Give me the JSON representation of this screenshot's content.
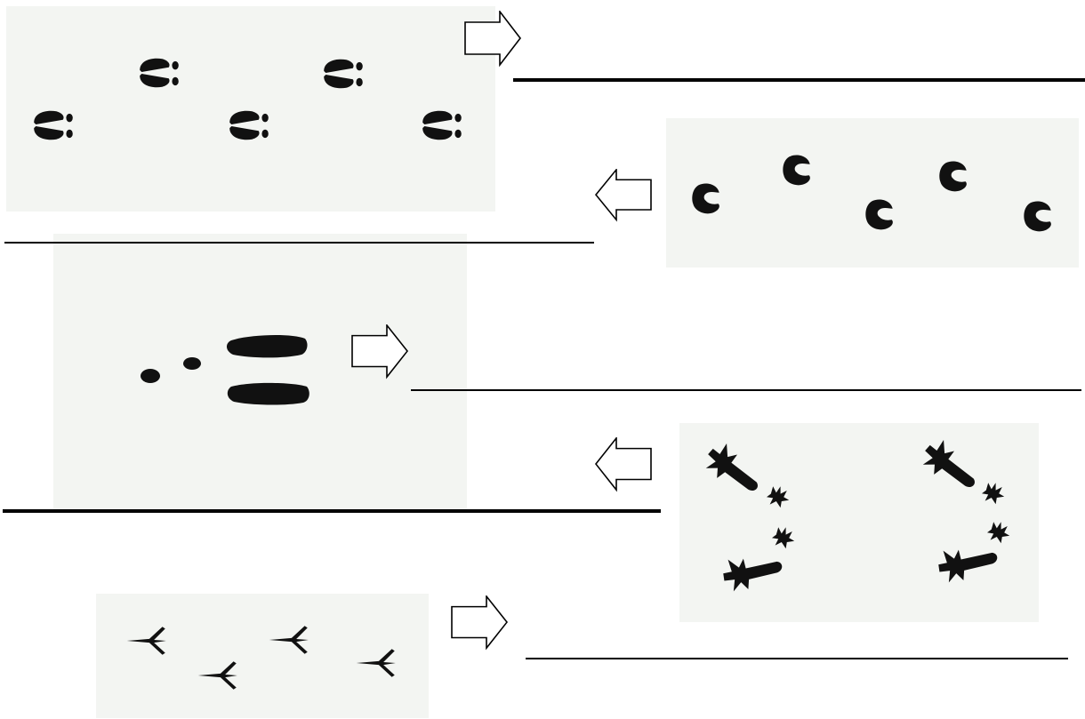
{
  "worksheet": {
    "colors": {
      "page_background": "#ffffff",
      "panel_background": "#f3f5f2",
      "track_ink": "#111111",
      "line_ink": "#000000"
    },
    "rows": [
      {
        "id": "row-1",
        "track_icon": "cloven-hoof-track-icon",
        "arrow_icon": "arrow-right-icon",
        "answer": ""
      },
      {
        "id": "row-2",
        "track_icon": "small-hoof-track-icon",
        "arrow_icon": "arrow-left-icon",
        "answer": ""
      },
      {
        "id": "row-3",
        "track_icon": "hopping-animal-track-icon",
        "arrow_icon": "arrow-right-icon",
        "answer": ""
      },
      {
        "id": "row-4",
        "track_icon": "webbed-foot-track-icon",
        "arrow_icon": "arrow-left-icon",
        "answer": ""
      },
      {
        "id": "row-5",
        "track_icon": "bird-track-icon",
        "arrow_icon": "arrow-right-icon",
        "answer": ""
      }
    ]
  }
}
